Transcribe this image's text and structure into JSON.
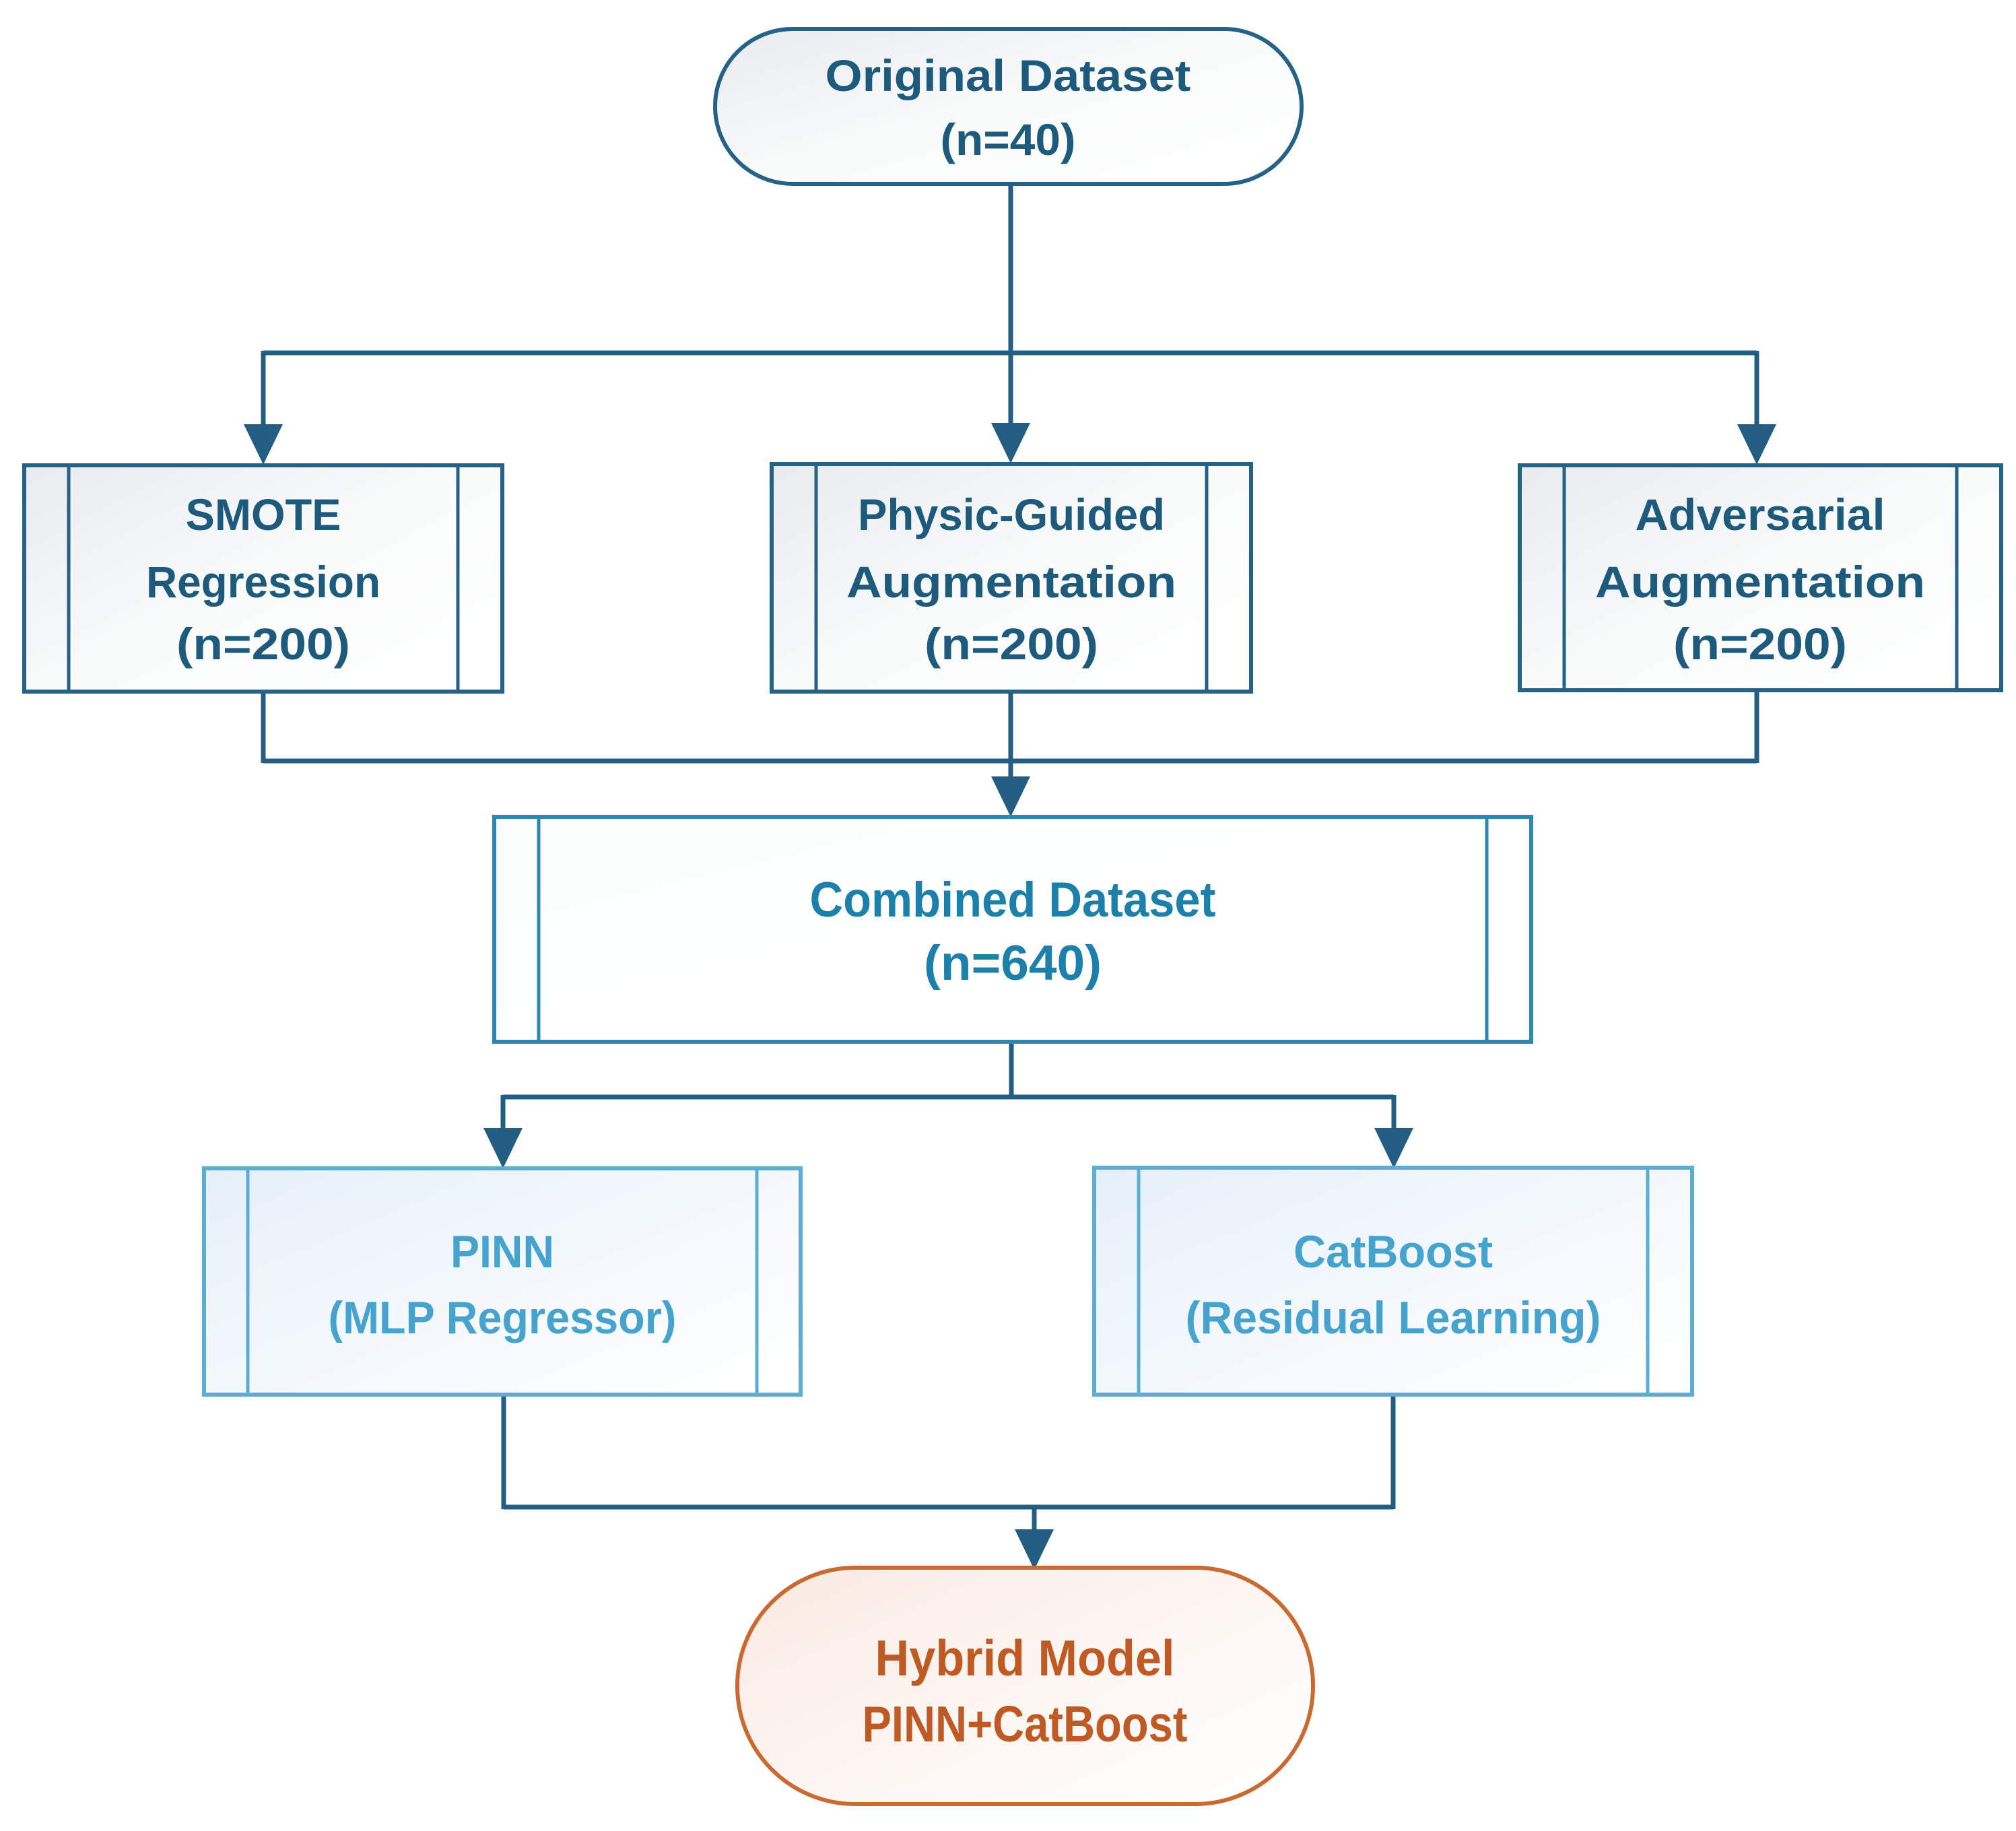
{
  "figure": {
    "type": "flowchart",
    "background": "#ffffff",
    "palette": {
      "dark_blue_border": "#266287",
      "dark_blue_text": "#1e5a7c",
      "connector_blue": "#235e82",
      "mid_blue_border": "#2e89b0",
      "mid_blue_text": "#1d80aa",
      "light_blue_border": "#5badd3",
      "light_blue_text": "#45a3ce",
      "orange_border": "#ca6a33",
      "orange_text": "#c05a24",
      "gray_fill": "#e9ebee",
      "blue_fill": "#e4effa",
      "orange_fill": "#faeae2",
      "white": "#ffffff"
    },
    "nodes": {
      "original": {
        "shape": "stadium",
        "line1": "Original Dataset",
        "line2": "(n=40)"
      },
      "smote": {
        "shape": "predefined-process",
        "line1": "SMOTE",
        "line2": "Regression",
        "line3": "(n=200)"
      },
      "physic": {
        "shape": "predefined-process",
        "line1": "Physic-Guided",
        "line2": "Augmentation",
        "line3": "(n=200)"
      },
      "adversarial": {
        "shape": "predefined-process",
        "line1": "Adversarial",
        "line2": "Augmentation",
        "line3": "(n=200)"
      },
      "combined": {
        "shape": "predefined-process",
        "line1": "Combined Dataset",
        "line2": "(n=640)"
      },
      "pinn": {
        "shape": "predefined-process",
        "line1": "PINN",
        "line2": "(MLP Regressor)"
      },
      "catboost": {
        "shape": "predefined-process",
        "line1": "CatBoost",
        "line2": "(Residual Learning)"
      },
      "hybrid": {
        "shape": "stadium",
        "line1": "Hybrid Model",
        "line2": "PINN+CatBoost"
      }
    },
    "edges": [
      {
        "from": "original",
        "to": "smote"
      },
      {
        "from": "original",
        "to": "physic"
      },
      {
        "from": "original",
        "to": "adversarial"
      },
      {
        "from": "smote",
        "to": "combined"
      },
      {
        "from": "physic",
        "to": "combined"
      },
      {
        "from": "adversarial",
        "to": "combined"
      },
      {
        "from": "combined",
        "to": "pinn"
      },
      {
        "from": "combined",
        "to": "catboost"
      },
      {
        "from": "pinn",
        "to": "hybrid"
      },
      {
        "from": "catboost",
        "to": "hybrid"
      }
    ]
  }
}
